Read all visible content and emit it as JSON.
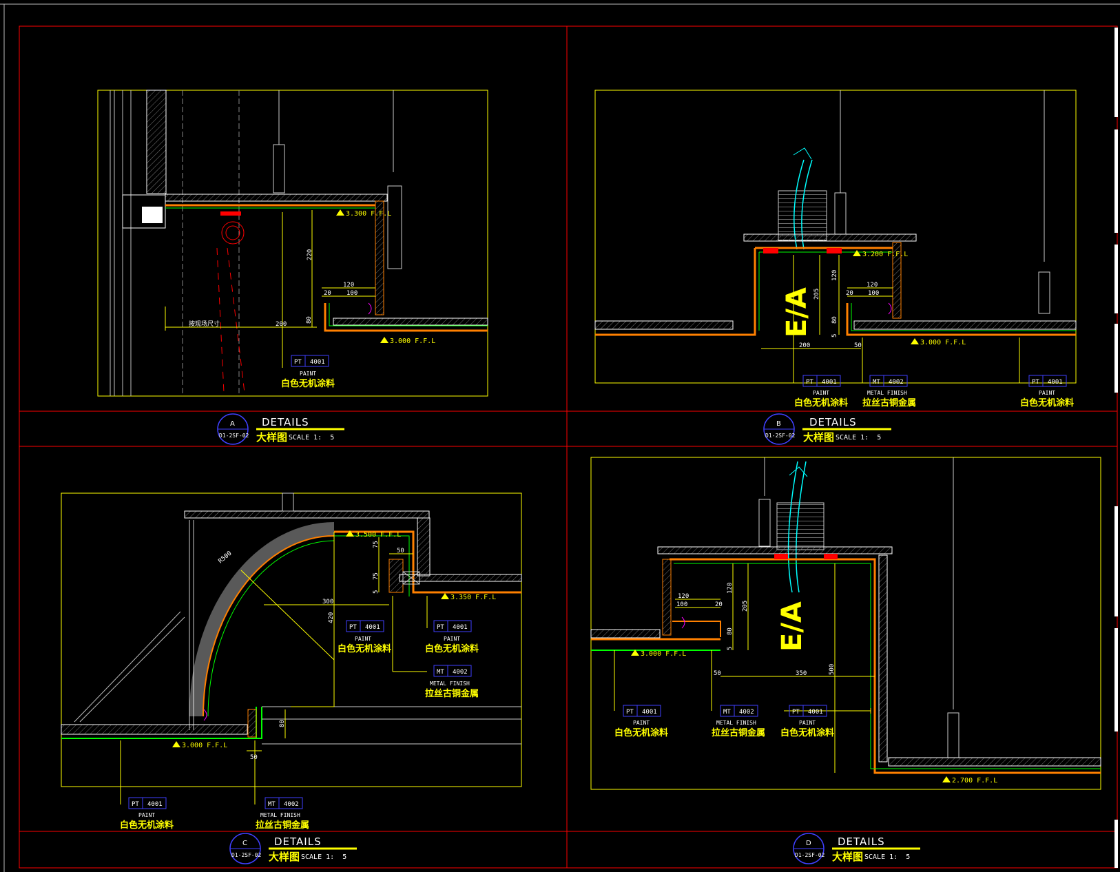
{
  "colors": {
    "background": "#000000",
    "frame_red": "#ff0000",
    "detail_yellow": "#ffff00",
    "tag_blue": "#4040ff",
    "line_white": "#ffffff",
    "line_gray": "#9a9a9a",
    "finish_orange": "#ff8000",
    "finish_green": "#00ff00",
    "accent_cyan": "#00ffff",
    "accent_magenta": "#ff00ff"
  },
  "panels": [
    {
      "id": "A",
      "circle_top": "A",
      "circle_bottom": "D1-2SF-02",
      "title_en": "DETAILS",
      "title_cn": "大样图",
      "scale": "SCALE 1:  5",
      "levels": [
        "3.300 F.F.L",
        "3.000 F.F.L"
      ],
      "dims": [
        "220",
        "120",
        "20",
        "100",
        "80",
        "200",
        "按现场尺寸"
      ],
      "tags": [
        {
          "code": "PT",
          "num": "4001",
          "en": "PAINT",
          "cn": "白色无机涂料"
        }
      ]
    },
    {
      "id": "B",
      "circle_top": "B",
      "circle_bottom": "D1-2SF-02",
      "title_en": "DETAILS",
      "title_cn": "大样图",
      "scale": "SCALE 1:  5",
      "levels": [
        "3.200 F.F.L",
        "3.000 F.F.L"
      ],
      "dims": [
        "205",
        "120",
        "120",
        "20",
        "100",
        "80",
        "200",
        "50",
        "5"
      ],
      "annotation": "E/A",
      "tags": [
        {
          "code": "PT",
          "num": "4001",
          "en": "PAINT",
          "cn": "白色无机涂料"
        },
        {
          "code": "MT",
          "num": "4002",
          "en": "METAL FINISH",
          "cn": "拉丝古铜金属"
        },
        {
          "code": "PT",
          "num": "4001",
          "en": "PAINT",
          "cn": "白色无机涂料"
        }
      ]
    },
    {
      "id": "C",
      "circle_top": "C",
      "circle_bottom": "D1-2SF-02",
      "title_en": "DETAILS",
      "title_cn": "大样图",
      "scale": "SCALE 1:  5",
      "levels": [
        "3.500 F.F.L",
        "3.350 F.F.L",
        "3.000 F.F.L"
      ],
      "dims": [
        "R500",
        "75",
        "50",
        "75",
        "5",
        "300",
        "420",
        "80",
        "50"
      ],
      "tags": [
        {
          "code": "PT",
          "num": "4001",
          "en": "PAINT",
          "cn": "白色无机涂料"
        },
        {
          "code": "PT",
          "num": "4001",
          "en": "PAINT",
          "cn": "白色无机涂料"
        },
        {
          "code": "MT",
          "num": "4002",
          "en": "METAL FINISH",
          "cn": "拉丝古铜金属"
        },
        {
          "code": "PT",
          "num": "4001",
          "en": "PAINT",
          "cn": "白色无机涂料"
        },
        {
          "code": "MT",
          "num": "4002",
          "en": "METAL FINISH",
          "cn": "拉丝古铜金属"
        }
      ]
    },
    {
      "id": "D",
      "circle_top": "D",
      "circle_bottom": "D1-2SF-02",
      "title_en": "DETAILS",
      "title_cn": "大样图",
      "scale": "SCALE 1:  5",
      "levels": [
        "3.000 F.F.L",
        "2.700 F.F.L"
      ],
      "dims": [
        "120",
        "100",
        "20",
        "120",
        "205",
        "80",
        "5",
        "50",
        "350",
        "500"
      ],
      "annotation": "E/A",
      "tags": [
        {
          "code": "PT",
          "num": "4001",
          "en": "PAINT",
          "cn": "白色无机涂料"
        },
        {
          "code": "MT",
          "num": "4002",
          "en": "METAL FINISH",
          "cn": "拉丝古铜金属"
        },
        {
          "code": "PT",
          "num": "4001",
          "en": "PAINT",
          "cn": "白色无机涂料"
        }
      ]
    }
  ]
}
